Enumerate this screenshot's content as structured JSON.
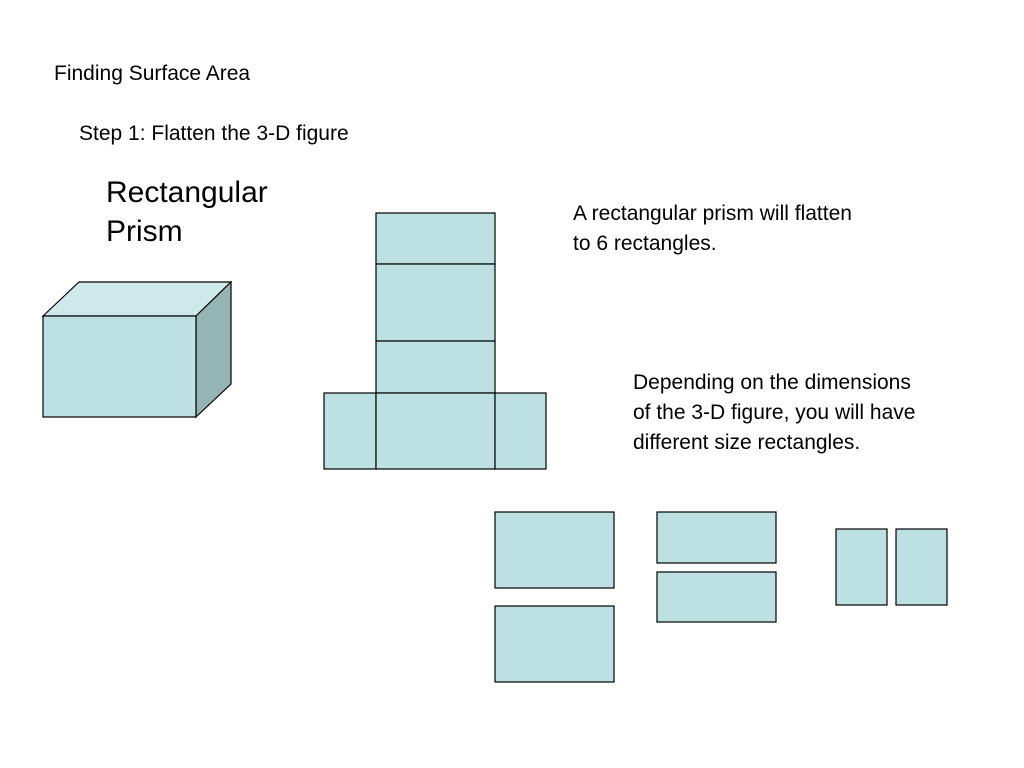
{
  "slide": {
    "title": "Finding Surface Area",
    "step": "Step 1:  Flatten the 3-D figure",
    "shape_label": "Rectangular Prism",
    "note_flatten": "A rectangular prism will flatten to 6 rectangles.",
    "note_dimensions": "Depending on the dimensions of the 3-D figure, you will have different size rectangles."
  },
  "colors": {
    "face_fill": "#bde0e3",
    "face_top": "#cfe9eb",
    "face_side": "#95b4b4",
    "stroke": "#000000"
  }
}
